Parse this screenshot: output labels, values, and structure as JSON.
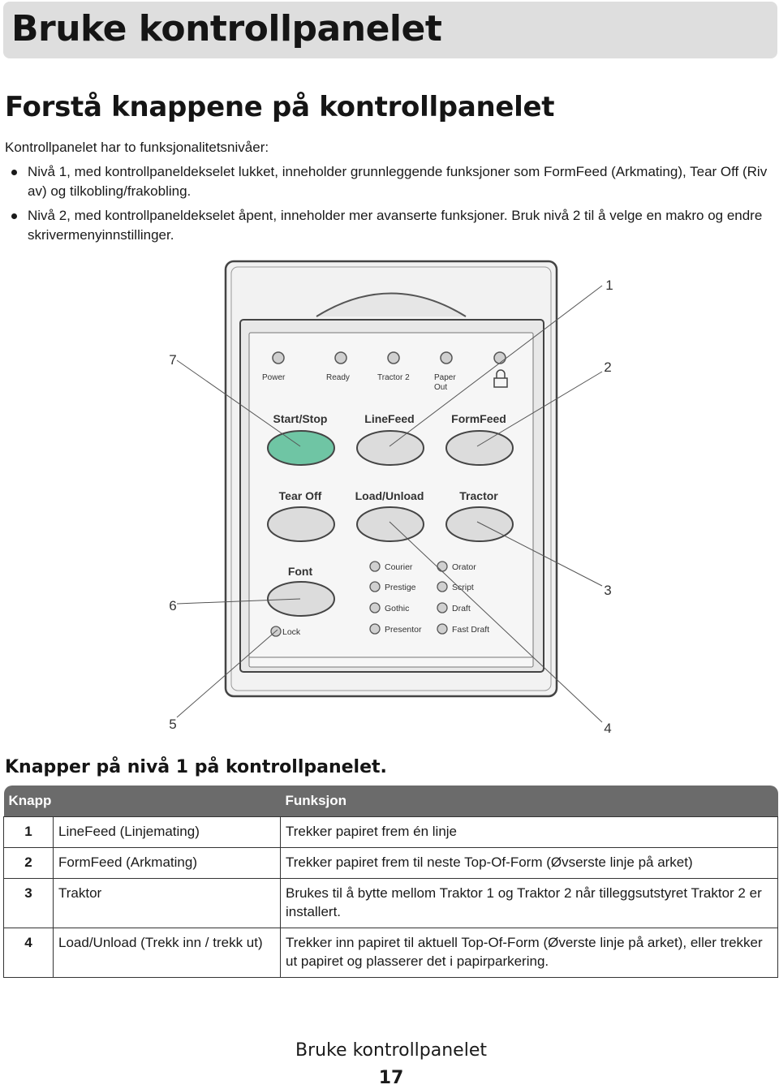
{
  "chapter_title": "Bruke kontrollpanelet",
  "section_title": "Forstå knappene på kontrollpanelet",
  "intro": "Kontrollpanelet har to funksjonalitetsnivåer:",
  "bullets": [
    "Nivå 1, med kontrollpaneldekselet lukket, inneholder grunnleggende funksjoner som FormFeed (Arkmating), Tear Off (Riv av) og tilkobling/frakobling.",
    "Nivå 2, med kontrollpaneldekselet åpent, inneholder mer avanserte funksjoner. Bruk nivå 2 til å velge en makro og endre skrivermenyinnstillinger."
  ],
  "figure": {
    "indicators": [
      "Power",
      "Ready",
      "Tractor 2",
      "Paper",
      "Out"
    ],
    "buttons": [
      "Start/Stop",
      "LineFeed",
      "FormFeed",
      "Tear Off",
      "Load/Unload",
      "Tractor",
      "Font"
    ],
    "fonts_left": [
      "Courier",
      "Prestige",
      "Gothic",
      "Presentor"
    ],
    "fonts_right": [
      "Orator",
      "Script",
      "Draft",
      "Fast Draft"
    ],
    "lock_label": "Lock",
    "callouts": [
      "1",
      "2",
      "3",
      "4",
      "5",
      "6",
      "7"
    ],
    "accent_color": "#6fc5a4"
  },
  "caption": "Knapper på nivå 1 på kontrollpanelet.",
  "table": {
    "headers": [
      "Knapp",
      "Funksjon"
    ],
    "rows": [
      {
        "num": "1",
        "name": "LineFeed (Linjemating)",
        "function": "Trekker papiret frem én linje"
      },
      {
        "num": "2",
        "name": "FormFeed (Arkmating)",
        "function": "Trekker papiret frem til neste Top-Of-Form (Øvserste linje på arket)"
      },
      {
        "num": "3",
        "name": "Traktor",
        "function": "Brukes til å bytte mellom Traktor 1 og Traktor 2 når tilleggsutstyret Traktor 2 er installert."
      },
      {
        "num": "4",
        "name": "Load/Unload (Trekk inn / trekk ut)",
        "function": "Trekker inn papiret til aktuell Top-Of-Form (Øverste linje på arket), eller trekker ut papiret og plasserer det i papirparkering."
      }
    ]
  },
  "footer": {
    "title": "Bruke kontrollpanelet",
    "page": "17"
  }
}
